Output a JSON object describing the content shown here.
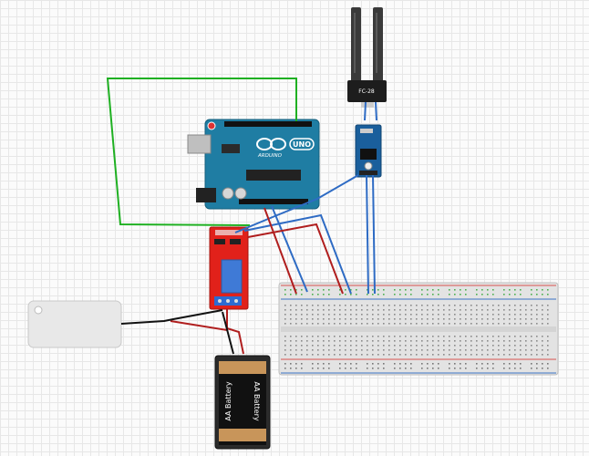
{
  "canvas": {
    "background": "#fbfbfb",
    "grid_color": "#e7e7e7"
  },
  "arduino": {
    "model": "UNO",
    "brand": "ARDUINO",
    "board_color": "#1f7da3",
    "logo": "infinity-logo"
  },
  "moisture_probe": {
    "label": "FC-28",
    "color": "#3a3a3a",
    "pcb_color": "#1d1d1d"
  },
  "sensor_module": {
    "pcb_color": "#1a5f9c"
  },
  "relay_module": {
    "pcb_color": "#e1211a",
    "relay_color": "#3f7ad6"
  },
  "battery_pack": {
    "cell_label_left": "AA Battery",
    "cell_label_right": "AA Battery",
    "cell_color": "#111111",
    "top_color": "#c8955a"
  },
  "pump": {
    "color": "#e8e8e8"
  },
  "breadboard": {
    "color": "#e3e3e3",
    "rail_red": "#d9534f",
    "rail_blue": "#3b73c4",
    "hole_color": "#4caf50"
  },
  "wire_colors": {
    "green": "#1fb022",
    "blue": "#2e6bc4",
    "red": "#b01e1e",
    "black": "#111111"
  }
}
